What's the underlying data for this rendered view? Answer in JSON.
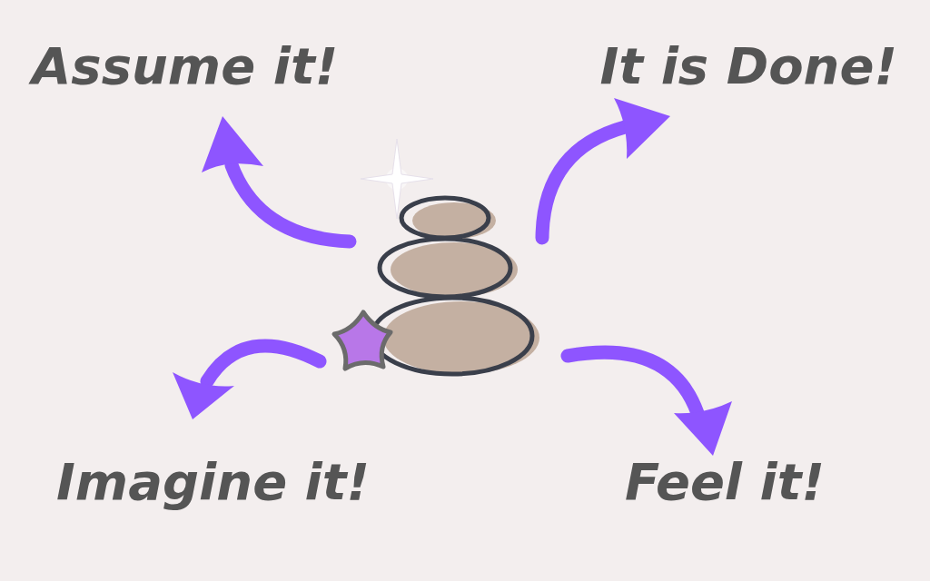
{
  "diagram": {
    "labels": [
      "Assume it!",
      "It is Done!",
      "Imagine it!",
      "Feel it!"
    ]
  }
}
